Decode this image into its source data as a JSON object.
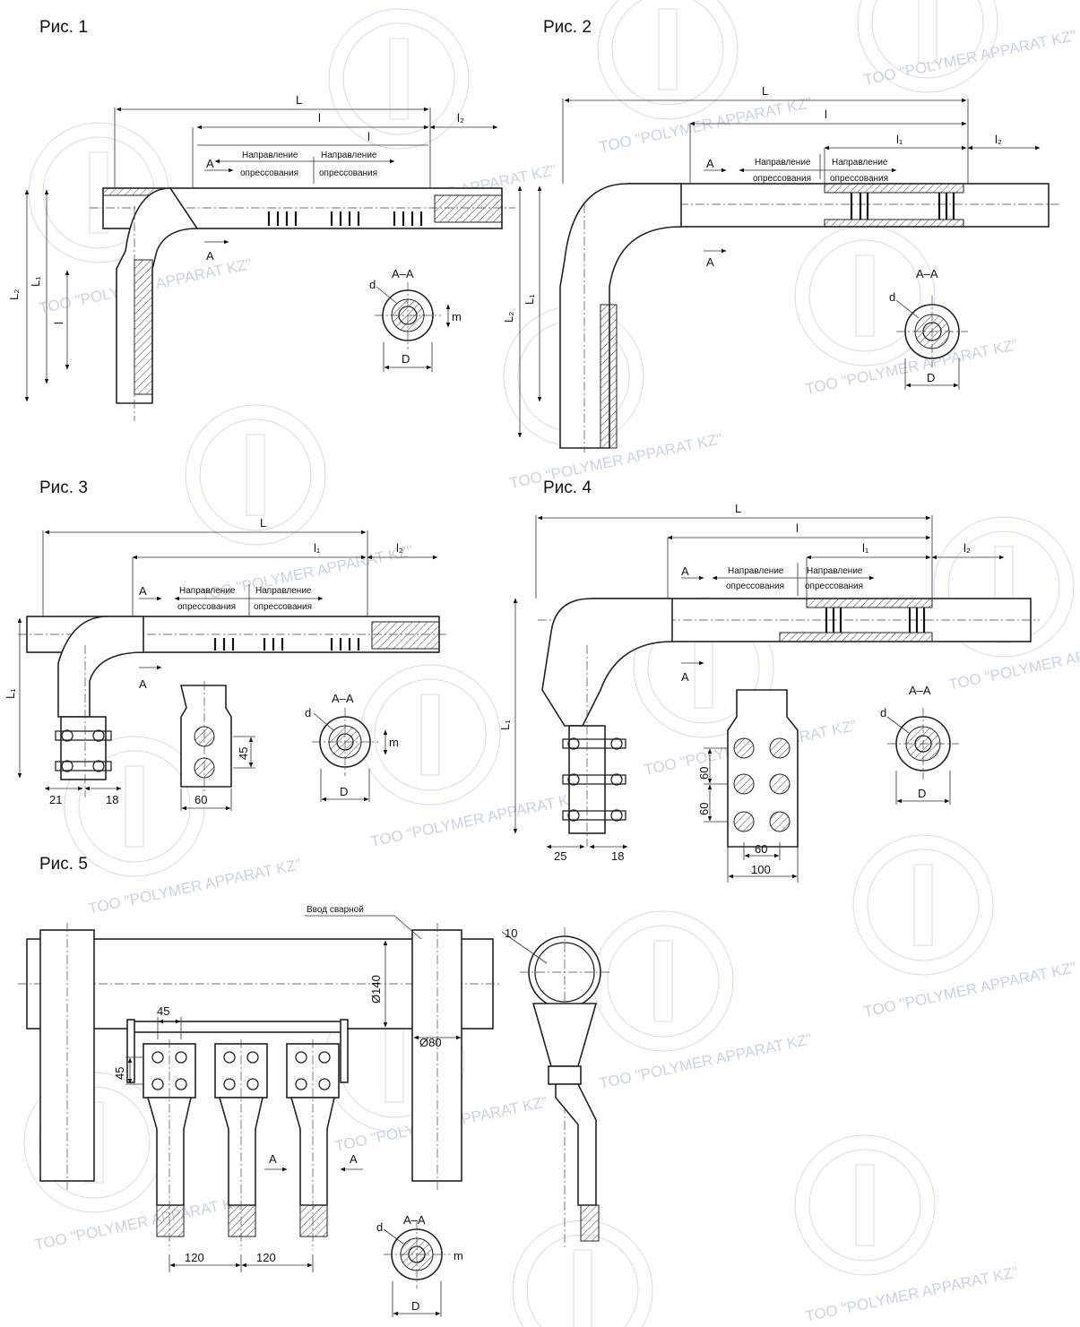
{
  "figures": {
    "fig1": {
      "label": "Рис. 1"
    },
    "fig2": {
      "label": "Рис. 2"
    },
    "fig3": {
      "label": "Рис. 3"
    },
    "fig4": {
      "label": "Рис. 4"
    },
    "fig5": {
      "label": "Рис. 5"
    }
  },
  "dims": {
    "L": "L",
    "l": "l",
    "l1": "l₁",
    "l2": "l₂",
    "L1": "L₁",
    "L2": "L₂",
    "D": "D",
    "d": "d",
    "m": "m",
    "A": "A",
    "AA": "A–A",
    "n45": "45",
    "n60": "60",
    "n21": "21",
    "n18": "18",
    "n25": "25",
    "n100": "100",
    "n120": "120",
    "n10": "10",
    "d140": "Ø140",
    "d80": "Ø80"
  },
  "notes": {
    "direction1": "Направление",
    "direction2": "опрессования",
    "tube_label": "Ввод сварной"
  },
  "watermark": {
    "text": "TOO \"POLYMER  APPARAT KZ\"",
    "color": "#b8c3dc"
  }
}
